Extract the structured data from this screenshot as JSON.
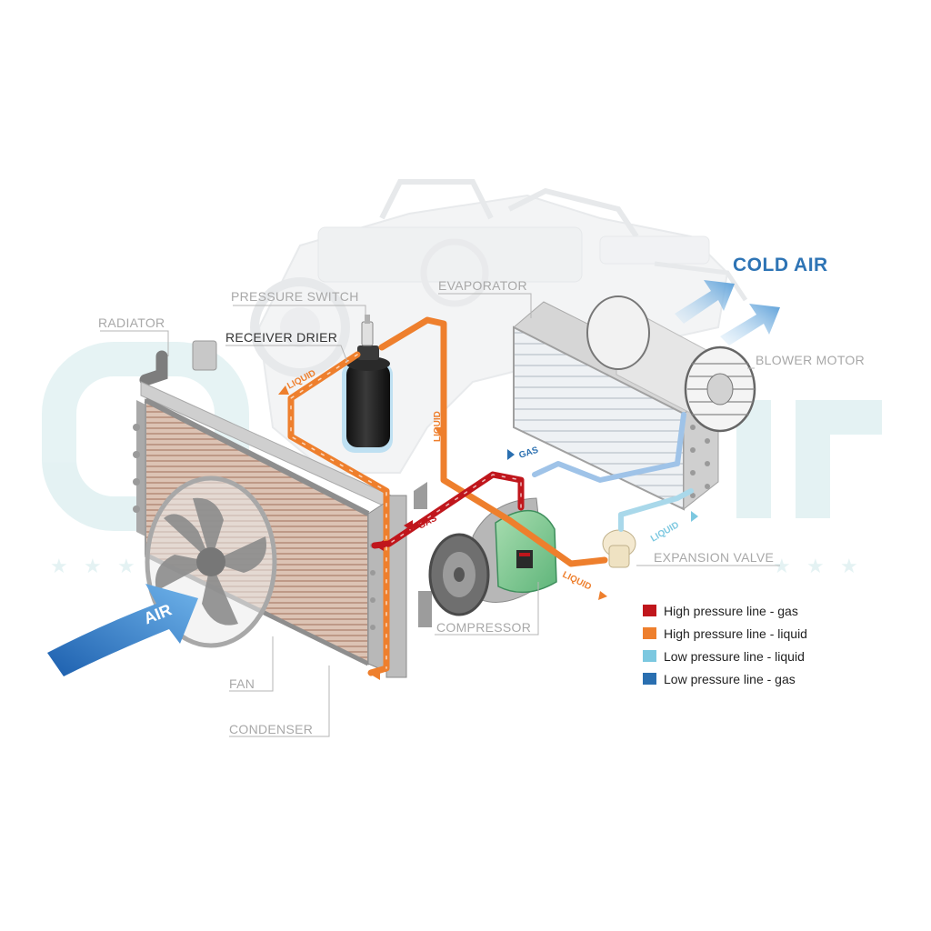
{
  "labels": {
    "cold_air": "COLD AIR",
    "pressure_switch": "PRESSURE SWITCH",
    "evaporator": "EVAPORATOR",
    "radiator": "RADIATOR",
    "receiver_drier": "RECEIVER DRIER",
    "blower_motor": "BLOWER MOTOR",
    "expansion_valve": "EXPANSION VALVE",
    "compressor": "COMPRESSOR",
    "fan": "FAN",
    "condenser": "CONDENSER",
    "air": "AIR"
  },
  "flow_tags": {
    "liquid_1": "LIQUID",
    "liquid_2": "LIQUID",
    "liquid_3": "LIQUID",
    "liquid_4": "LIQUID",
    "gas_1": "GAS",
    "gas_2": "GAS"
  },
  "legend": [
    {
      "label": "High pressure line - gas",
      "color": "#c0161c"
    },
    {
      "label": "High pressure line - liquid",
      "color": "#ee7f2d"
    },
    {
      "label": "Low pressure line - liquid",
      "color": "#7cc8e0"
    },
    {
      "label": "Low pressure line -  gas",
      "color": "#2a6fb0"
    }
  ],
  "colors": {
    "high_gas": "#c0161c",
    "high_liquid": "#ee7f2d",
    "low_liquid": "#7cc8e0",
    "low_gas": "#2a6fb0",
    "air_arrow": "#3a86cf",
    "label_grey": "#a8a8a8"
  }
}
